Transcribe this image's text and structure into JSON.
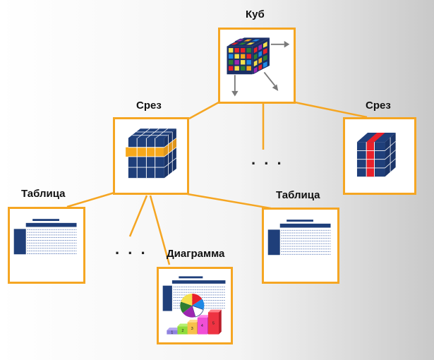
{
  "cube": {
    "label": "Куб"
  },
  "slice_left": {
    "label": "Срез"
  },
  "slice_right": {
    "label": "Срез"
  },
  "table_left": {
    "label": "Таблица"
  },
  "table_right": {
    "label": "Таблица"
  },
  "diagram": {
    "label": "Диаграмма",
    "bar_labels": [
      "1",
      "2",
      "3",
      "4",
      "5"
    ]
  },
  "ellipsis": {
    "mid": ". . .",
    "bottom": ". . ."
  },
  "colors": {
    "frame": "#f5a623",
    "connector": "#f5a623",
    "grid_blue": "#1f3f7a",
    "slice_orange": "#f7a81b",
    "slice_red": "#e8202a"
  }
}
